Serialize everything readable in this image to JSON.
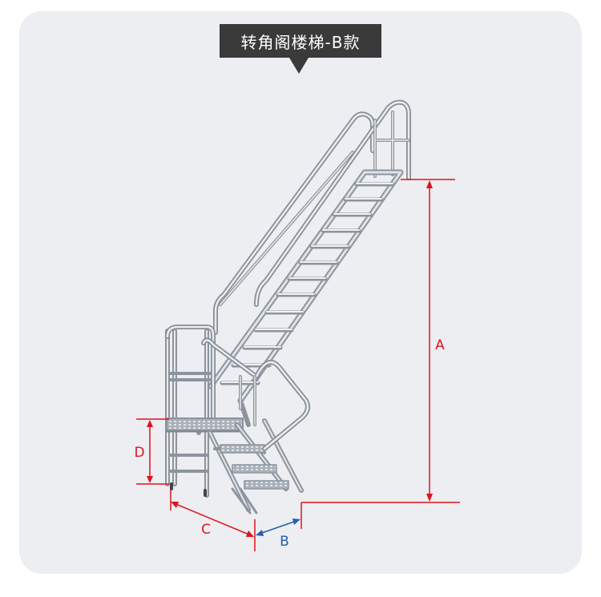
{
  "title": "转角阁楼梯-B款",
  "labels": {
    "a": "A",
    "b": "B",
    "c": "C",
    "d": "D"
  },
  "colors": {
    "card_background": "#eceef1",
    "title_background": "#3a3a3a",
    "title_text": "#ffffff",
    "dimension_red": "#e0121f",
    "dimension_blue": "#2a5db0",
    "aluminum_light": "#e6e9ed",
    "aluminum_dark": "#8d949d"
  }
}
